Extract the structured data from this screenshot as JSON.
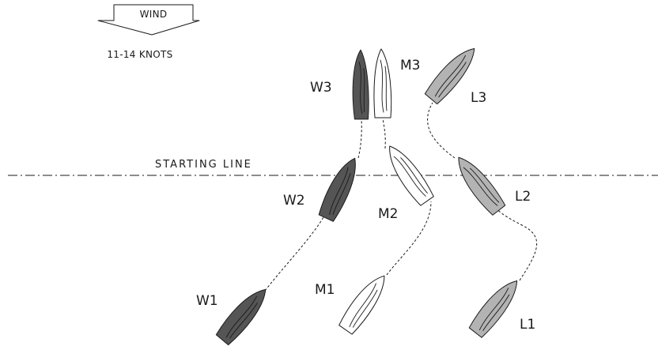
{
  "wind": {
    "label": "WIND",
    "speed": "11-14 KNOTS"
  },
  "starting_line": {
    "label": "STARTING LINE"
  },
  "colors": {
    "windward": "#555555",
    "middle": "#ffffff",
    "leeward": "#b3b3b3",
    "outline": "#1a1a1a"
  },
  "boats": {
    "w1": "W1",
    "w2": "W2",
    "w3": "W3",
    "m1": "M1",
    "m2": "M2",
    "m3": "M3",
    "l1": "L1",
    "l2": "L2",
    "l3": "L3"
  }
}
